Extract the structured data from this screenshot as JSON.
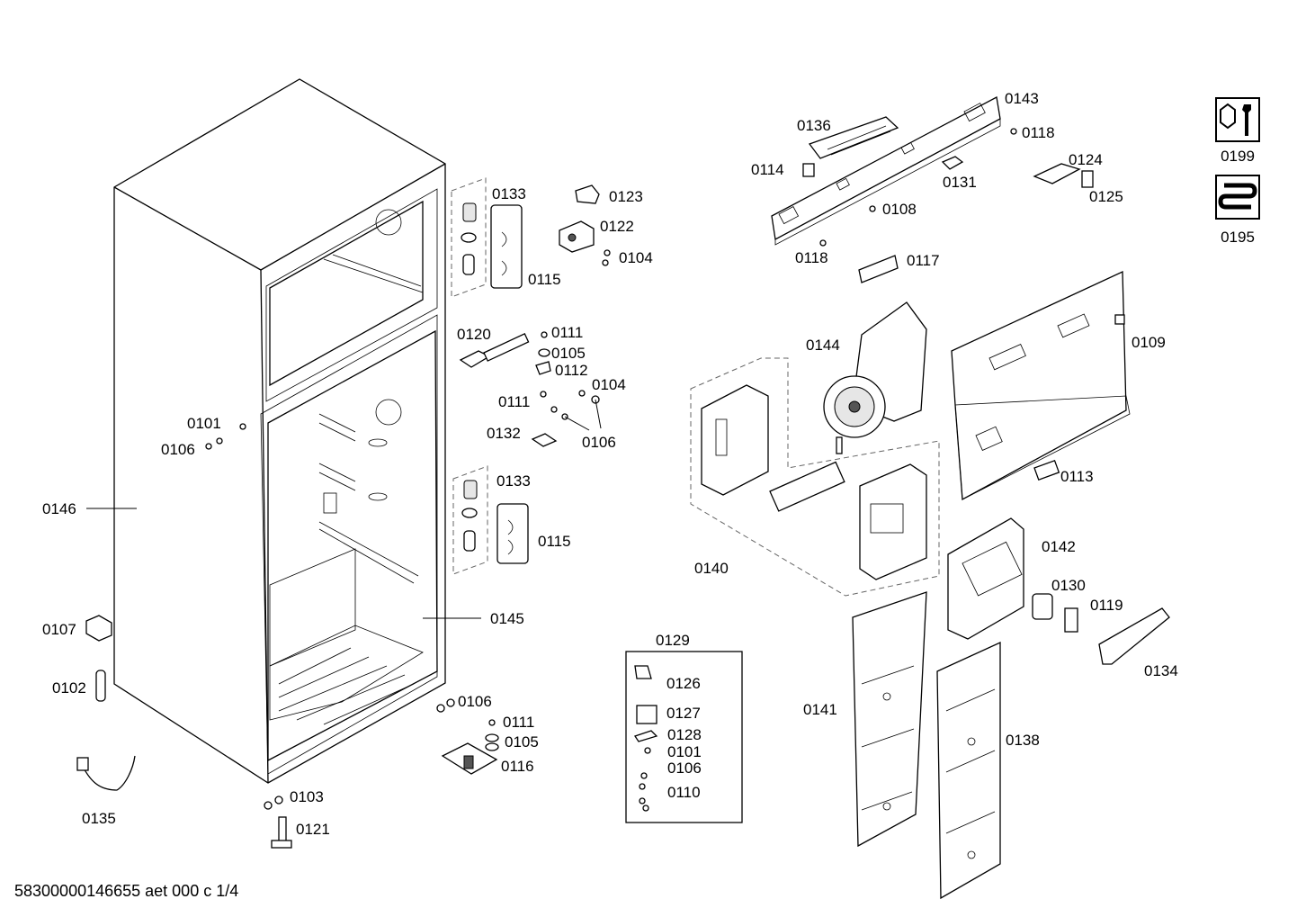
{
  "document": {
    "code": "58300000146655 aet 000 c 1/4"
  },
  "legend": [
    {
      "part": "0199",
      "icon": "tools-icon"
    },
    {
      "part": "0195",
      "icon": "heating-coil-icon"
    }
  ],
  "kit_box": {
    "label": "0129",
    "items": [
      "0126",
      "0127",
      "0128",
      "0101",
      "0106",
      "0110"
    ]
  },
  "callouts": [
    "0143",
    "0136",
    "0118",
    "0114",
    "0131",
    "0124",
    "0125",
    "0108",
    "0118b",
    "0117",
    "0133",
    "0123",
    "0122",
    "0104",
    "0115",
    "0120",
    "0111",
    "0105",
    "0112",
    "0104b",
    "0111b",
    "0132",
    "0106",
    "0133b",
    "0115b",
    "0101",
    "0106b",
    "0146",
    "0145",
    "0107",
    "0102",
    "0106c",
    "0111c",
    "0105b",
    "0116",
    "0135",
    "0103",
    "0121",
    "0144",
    "0109",
    "0113",
    "0140",
    "0142",
    "0130",
    "0119",
    "0134",
    "0141",
    "0138"
  ],
  "labels": {
    "0143": "0143",
    "0136": "0136",
    "0118": "0118",
    "0114": "0114",
    "0131": "0131",
    "0124": "0124",
    "0125": "0125",
    "0108": "0108",
    "0118b": "0118",
    "0117": "0117",
    "0133": "0133",
    "0123": "0123",
    "0122": "0122",
    "0104": "0104",
    "0115": "0115",
    "0120": "0120",
    "0111": "0111",
    "0105": "0105",
    "0112": "0112",
    "0104b": "0104",
    "0111b": "0111",
    "0132": "0132",
    "0106": "0106",
    "0133b": "0133",
    "0115b": "0115",
    "0101": "0101",
    "0106b": "0106",
    "0146": "0146",
    "0145": "0145",
    "0107": "0107",
    "0102": "0102",
    "0106c": "0106",
    "0111c": "0111",
    "0105b": "0105",
    "0116": "0116",
    "0135": "0135",
    "0103": "0103",
    "0121": "0121",
    "0144": "0144",
    "0109": "0109",
    "0113": "0113",
    "0140": "0140",
    "0142": "0142",
    "0130": "0130",
    "0119": "0119",
    "0134": "0134",
    "0141": "0141",
    "0138": "0138"
  }
}
